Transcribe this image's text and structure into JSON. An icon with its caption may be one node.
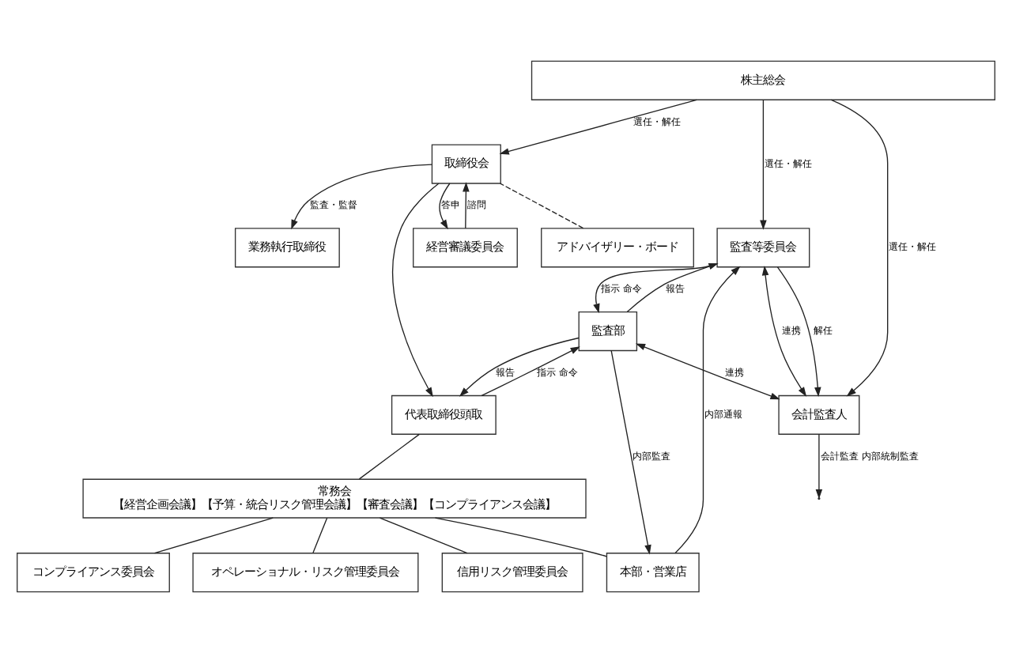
{
  "diagram": {
    "nodes": [
      {
        "text": [
          "株主総会"
        ]
      },
      {
        "text": [
          "取締役会"
        ]
      },
      {
        "text": [
          "経営審議委員会"
        ]
      },
      {
        "text": [
          "アドバイザリー・ボード"
        ]
      },
      {
        "text": [
          "業務執行取締役"
        ]
      },
      {
        "text": [
          "監査等委員会"
        ]
      },
      {
        "text": [
          "会計監査人"
        ]
      },
      {
        "text": [
          "代表取締役頭取"
        ]
      },
      {
        "text": [
          "常務会",
          "【経営企画会議】【予算・統合リスク管理会議】【審査会議】【コンプライアンス会議】"
        ]
      },
      {
        "text": [
          "コンプライアンス委員会"
        ]
      },
      {
        "text": [
          "オペレーショナル・リスク管理委員会"
        ]
      },
      {
        "text": [
          "信用リスク管理委員会"
        ]
      },
      {
        "text": [
          "本部・営業店"
        ]
      },
      {
        "text": [
          "監査部"
        ]
      }
    ],
    "edges": [
      {
        "from": 0,
        "to": 1,
        "arrow": "to",
        "label": "選任・解任"
      },
      {
        "from": 0,
        "to": 5,
        "arrow": "to",
        "label": "選任・解任"
      },
      {
        "from": 0,
        "to": 6,
        "arrow": "to",
        "label": "選任・解任"
      },
      {
        "from": 2,
        "to": 1,
        "arrow": "to",
        "label": "諮問"
      },
      {
        "from": 1,
        "to": 2,
        "arrow": "to",
        "label": "答申"
      },
      {
        "from": 3,
        "to": 1,
        "arrow": "none",
        "style": "dashed"
      },
      {
        "from": 1,
        "to": 4,
        "arrow": "to",
        "label": "監査・監督"
      },
      {
        "from": 1,
        "to": 7,
        "arrow": "to"
      },
      {
        "from": 5,
        "to": 6,
        "arrow": "both",
        "label": "連携"
      },
      {
        "from": 5,
        "to": 6,
        "arrow": "to",
        "label": "解任"
      },
      {
        "from": 12,
        "to": 5,
        "arrow": "to",
        "label": "内部通報"
      },
      {
        "from": 13,
        "to": 5,
        "arrow": "to",
        "label": "報告"
      },
      {
        "from": 5,
        "to": 13,
        "arrow": "to",
        "label": "指示 命令"
      },
      {
        "from": 13,
        "to": 7,
        "arrow": "to",
        "label": "報告"
      },
      {
        "from": 7,
        "to": 13,
        "arrow": "to",
        "label": "指示 命令"
      },
      {
        "from": 6,
        "to": null,
        "arrow": "to",
        "label": "会計監査 内部統制監査"
      },
      {
        "from": 13,
        "to": 6,
        "arrow": "both",
        "label": "連携"
      },
      {
        "from": 13,
        "to": 12,
        "arrow": "to",
        "label": "内部監査"
      },
      {
        "from": 7,
        "to": 8,
        "arrow": "none"
      },
      {
        "from": 8,
        "to": 9,
        "arrow": "none"
      },
      {
        "from": 8,
        "to": 10,
        "arrow": "none"
      },
      {
        "from": 8,
        "to": 11,
        "arrow": "none"
      },
      {
        "from": 8,
        "to": 12,
        "arrow": "none"
      }
    ]
  }
}
